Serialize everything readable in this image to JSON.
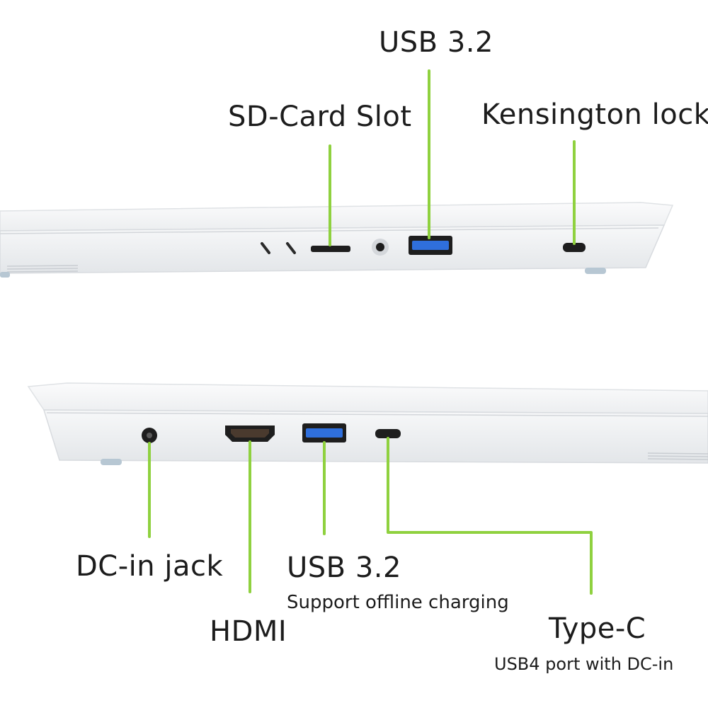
{
  "colors": {
    "callout": "#8fd13f",
    "chassis": "#f4f5f6",
    "chassis_edge": "#dfe2e5",
    "port_dark": "#1e1e1e",
    "usb_blue": "#2f6fdc",
    "foot": "#b7c7d3"
  },
  "top_side": {
    "usb": {
      "label": "USB 3.2"
    },
    "sd_card": {
      "label": "SD-Card Slot"
    },
    "kensington": {
      "label": "Kensington lock"
    }
  },
  "bottom_side": {
    "dc_in": {
      "label": "DC-in jack"
    },
    "hdmi": {
      "label": "HDMI"
    },
    "usb": {
      "label": "USB 3.2",
      "sublabel": "Support offline charging"
    },
    "type_c": {
      "label": "Type-C",
      "sublabel": "USB4 port with DC-in"
    }
  }
}
